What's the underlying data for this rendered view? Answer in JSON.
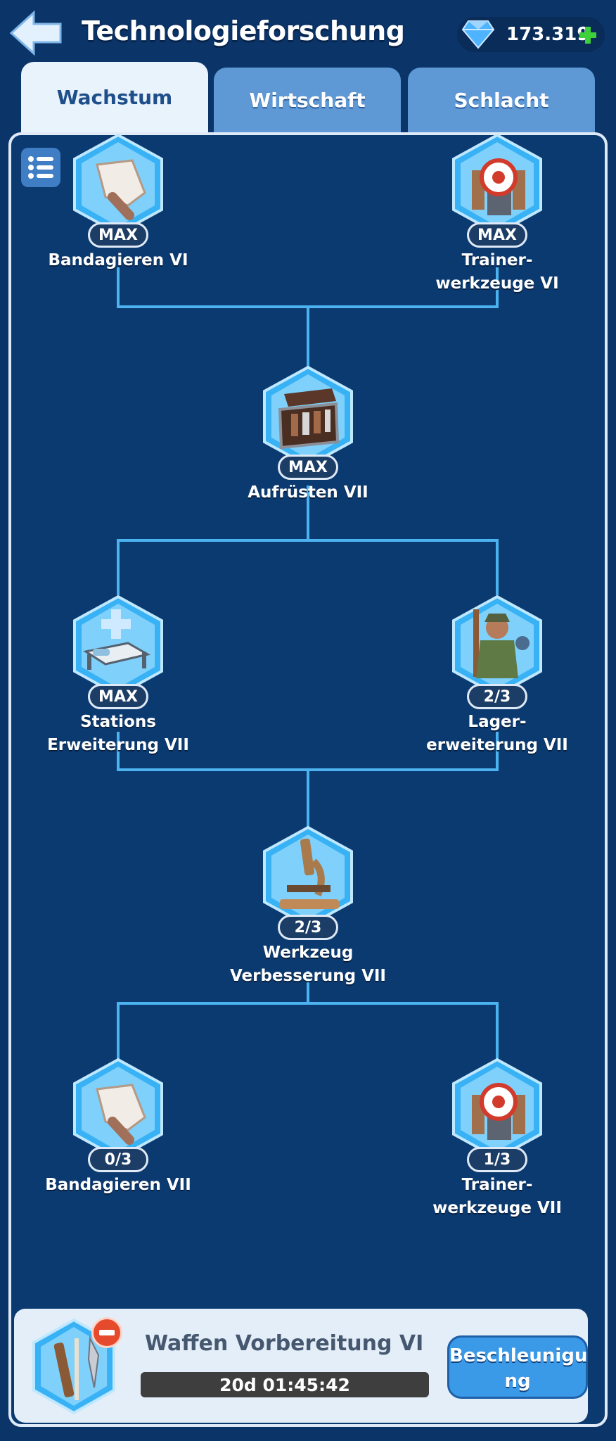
{
  "header": {
    "title": "Technologieforschung",
    "gems": "173.319",
    "gem_color": "#4fb4ff",
    "plus_color": "#3fd13a"
  },
  "tabs": [
    {
      "label": "Wachstum",
      "active": true
    },
    {
      "label": "Wirtschaft",
      "active": false
    },
    {
      "label": "Schlacht",
      "active": false
    }
  ],
  "tree": {
    "nodes": [
      {
        "label_line1": "Bandagieren VI",
        "label_line2": "",
        "level": "MAX",
        "icon": "bandage-icon"
      },
      {
        "label_line1": "Trainer-",
        "label_line2": "werkzeuge VI",
        "level": "MAX",
        "icon": "training-dummy-icon"
      },
      {
        "label_line1": "Aufrüsten VII",
        "label_line2": "",
        "level": "MAX",
        "icon": "toolbox-icon"
      },
      {
        "label_line1": "Stations",
        "label_line2": "Erweiterung VII",
        "level": "MAX",
        "icon": "hospital-bed-icon"
      },
      {
        "label_line1": "Lager-",
        "label_line2": "erweiterung VII",
        "level": "2/3",
        "icon": "soldier-icon"
      },
      {
        "label_line1": "Werkzeug",
        "label_line2": "Verbesserung VII",
        "level": "2/3",
        "icon": "microscope-icon"
      },
      {
        "label_line1": "Bandagieren VII",
        "label_line2": "",
        "level": "0/3",
        "icon": "bandage-icon"
      },
      {
        "label_line1": "Trainer-",
        "label_line2": "werkzeuge VII",
        "level": "1/3",
        "icon": "training-dummy-icon"
      }
    ]
  },
  "research": {
    "title": "Waffen Vorbereitung VI",
    "timer": "20d 01:45:42",
    "speedup_line1": "Beschleunigu",
    "speedup_line2": "ng",
    "icon": "weapons-icon"
  }
}
